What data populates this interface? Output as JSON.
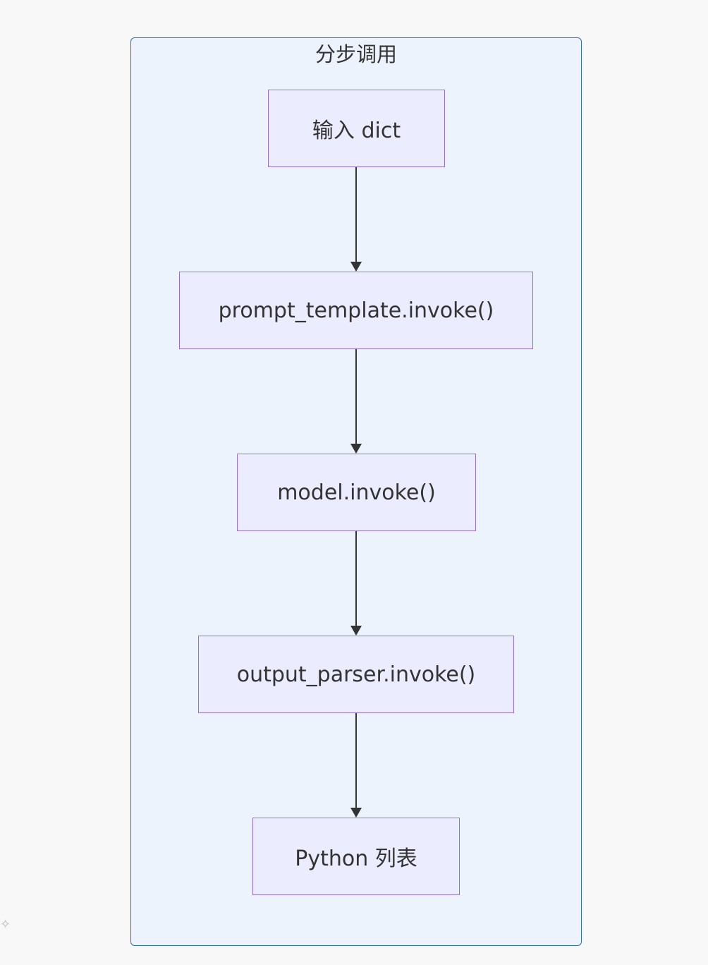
{
  "subgraph": {
    "title": "分步调用"
  },
  "nodes": [
    {
      "id": "n1",
      "label": "输入 dict"
    },
    {
      "id": "n2",
      "label": "prompt_template.invoke()"
    },
    {
      "id": "n3",
      "label": "model.invoke()"
    },
    {
      "id": "n4",
      "label": "output_parser.invoke()"
    },
    {
      "id": "n5",
      "label": "Python 列表"
    }
  ],
  "edges": [
    {
      "from": "输入 dict",
      "to": "prompt_template.invoke()"
    },
    {
      "from": "prompt_template.invoke()",
      "to": "model.invoke()"
    },
    {
      "from": "model.invoke()",
      "to": "output_parser.invoke()"
    },
    {
      "from": "output_parser.invoke()",
      "to": "Python 列表"
    }
  ],
  "colors": {
    "background": "#f8f8f8",
    "subgraph_fill": "#ecf3fd",
    "subgraph_border": "#2f6eb2",
    "node_fill": "#ececff",
    "node_border": "#9370db",
    "edge": "#333333",
    "text": "#333333"
  }
}
